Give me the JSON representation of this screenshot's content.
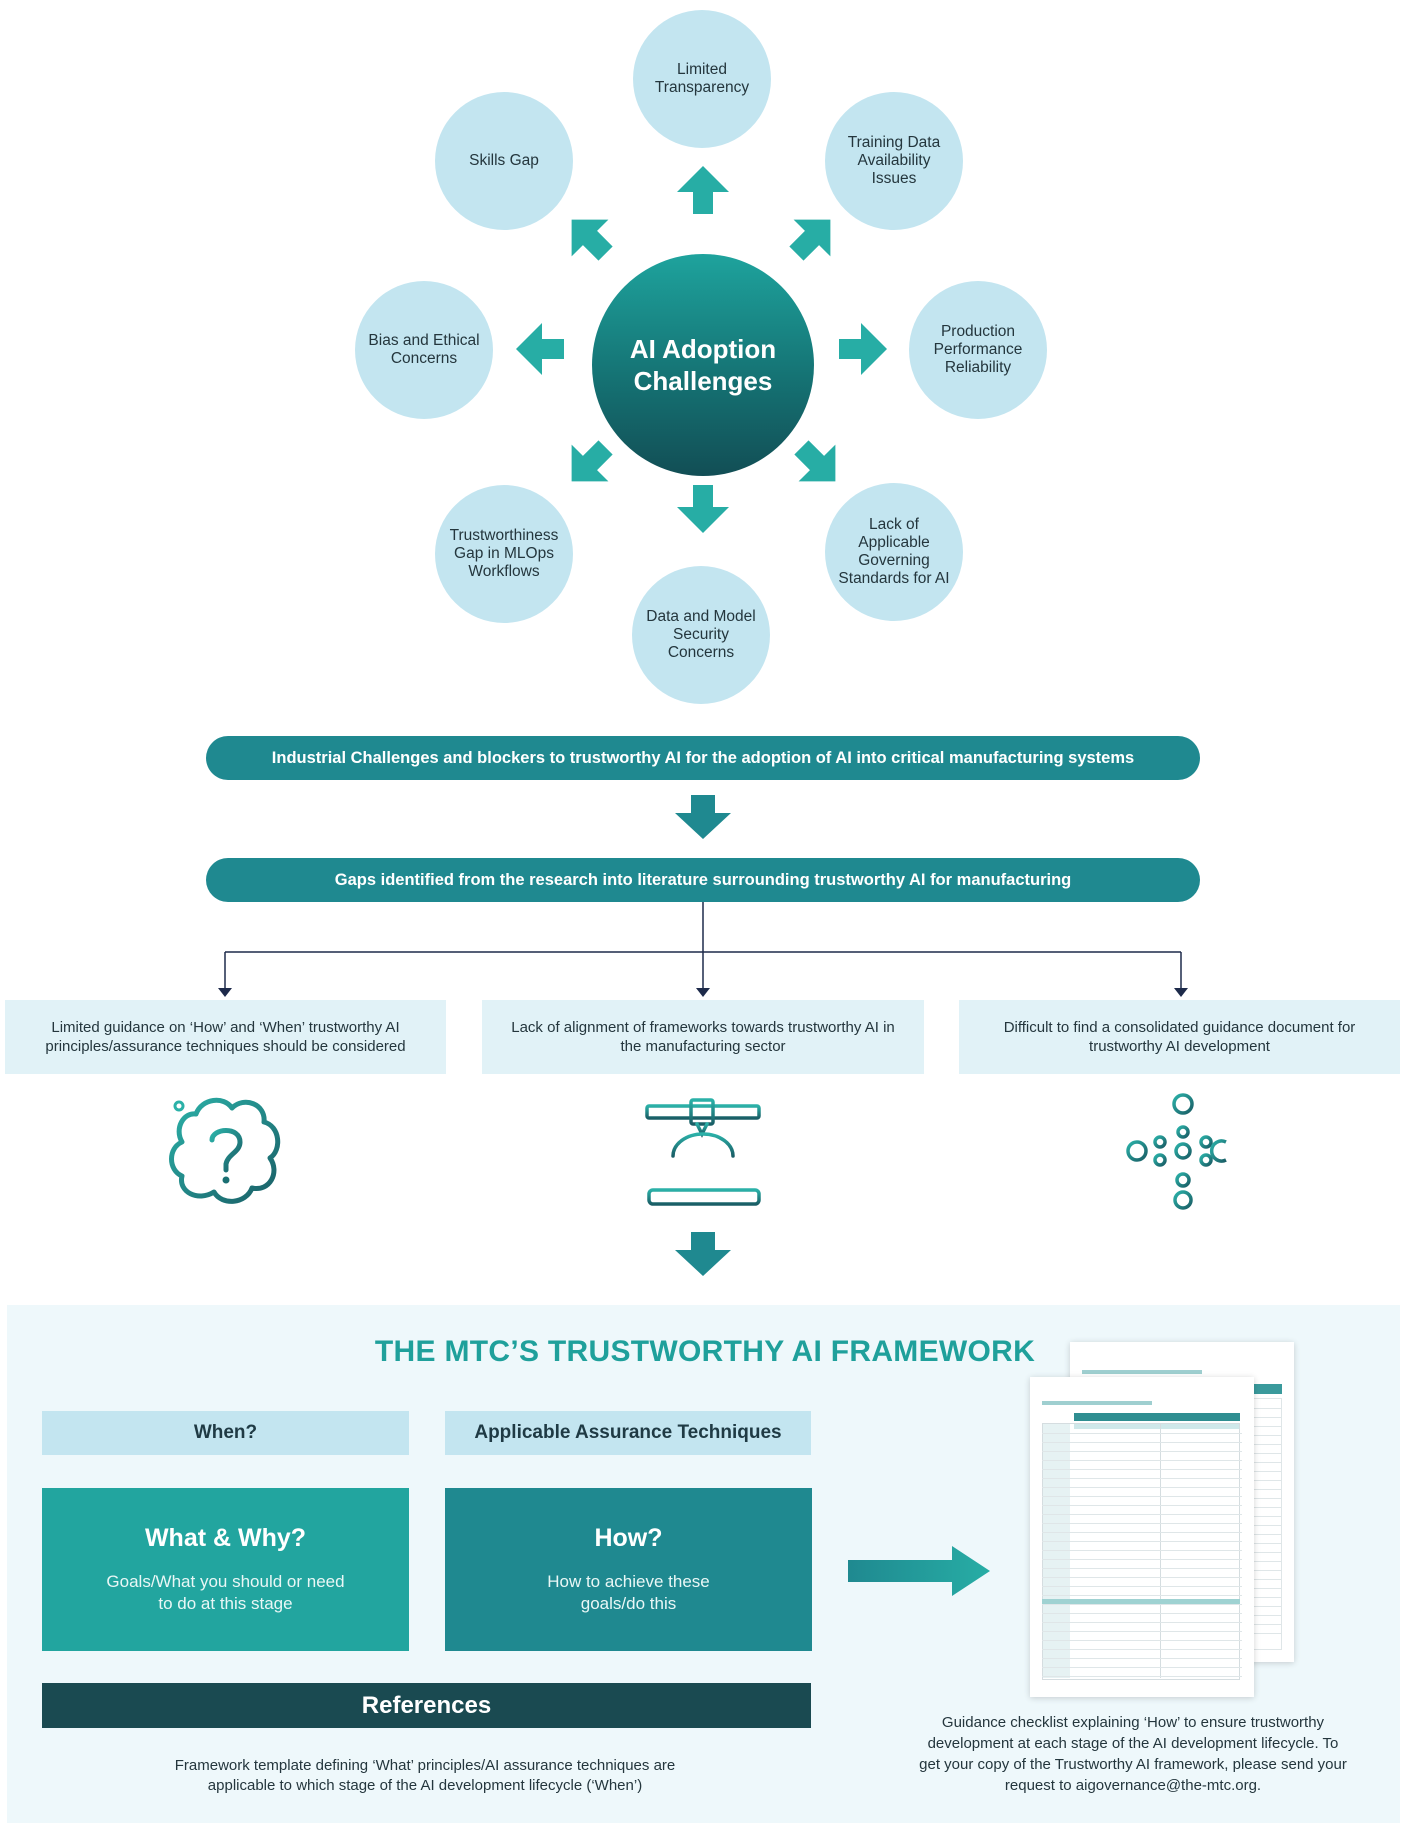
{
  "hub": {
    "line1": "AI Adoption",
    "line2": "Challenges"
  },
  "bubbles": {
    "limited_transparency": "Limited Transparency",
    "training_data": "Training Data Availability Issues",
    "production_performance": "Production Performance Reliability",
    "governing_standards": "Lack of Applicable Governing Standards for AI",
    "data_security": "Data and Model Security Concerns",
    "trustworthiness_gap": "Trustworthiness Gap in MLOps Workflows",
    "bias_ethical": "Bias and Ethical Concerns",
    "skills_gap": "Skills Gap"
  },
  "flow": {
    "challenges_bar": "Industrial Challenges and blockers to trustworthy AI for the adoption of AI into critical manufacturing systems",
    "gaps_bar": "Gaps identified from the research into literature surrounding trustworthy AI for manufacturing"
  },
  "gaps": [
    {
      "text": "Limited guidance on ‘How’ and ‘When’ trustworthy AI principles/assurance techniques should be considered",
      "icon": "question-cloud-icon"
    },
    {
      "text": "Lack of alignment of frameworks towards trustworthy AI in the manufacturing sector",
      "icon": "3d-printer-icon"
    },
    {
      "text": "Difficult to find a consolidated guidance document for trustworthy AI development",
      "icon": "network-nodes-icon"
    }
  ],
  "framework": {
    "title": "THE MTC’S TRUSTWORTHY AI FRAMEWORK",
    "when_label": "When?",
    "techniques_label": "Applicable Assurance Techniques",
    "what_why_title": "What & Why?",
    "what_why_text": "Goals/What you should or need to do at this stage",
    "how_title": "How?",
    "how_text": "How to achieve these goals/do this",
    "references_label": "References",
    "template_note": "Framework template defining ‘What’ principles/AI assurance techniques are applicable to which stage of the AI development lifecycle (‘When’)",
    "checklist_note": "Guidance checklist explaining ‘How’ to ensure trustworthy development at each stage of the AI development lifecycle. To get your copy of the Trustworthy AI framework, please send your request to aigovernance@the-mtc.org."
  },
  "colors": {
    "teal": "#21a59f",
    "dark_teal": "#1a4a51",
    "bar_teal": "#1f8990",
    "light_blue": "#c3e5f0",
    "pale_blue": "#e1f2f7"
  }
}
